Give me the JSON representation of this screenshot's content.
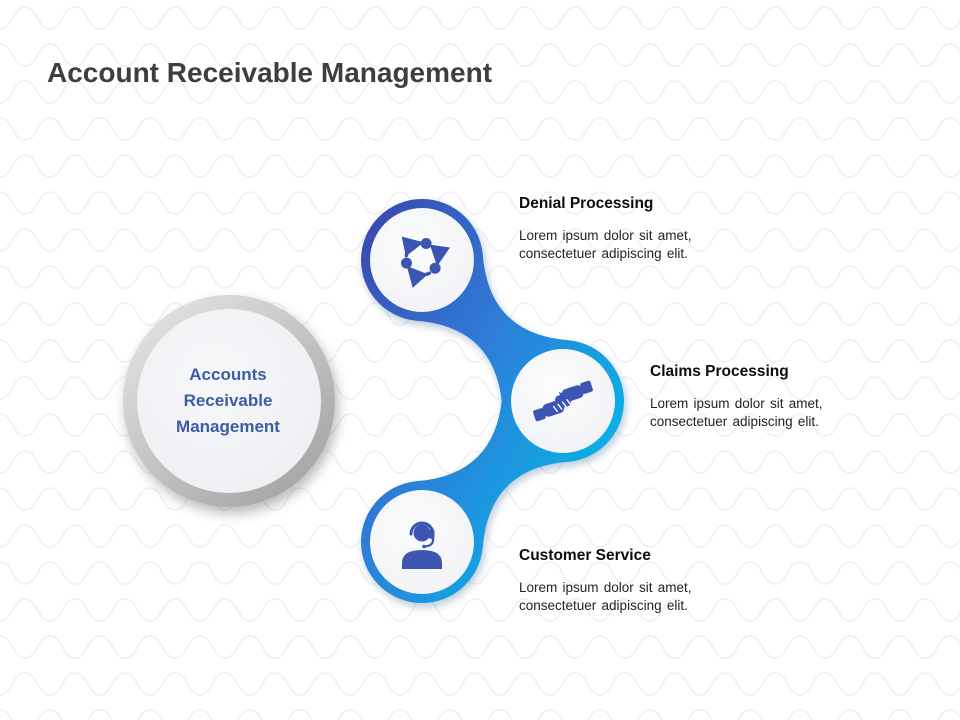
{
  "slide": {
    "title": "Account Receivable Management",
    "center_circle": {
      "label": "Accounts Receivable Management"
    },
    "items": [
      {
        "title": "Denial Processing",
        "description": "Lorem ipsum dolor sit amet, consectetuer adipiscing elit.",
        "icon": "cycle-arrows-icon"
      },
      {
        "title": "Claims Processing",
        "description": "Lorem ipsum dolor sit amet, consectetuer adipiscing elit.",
        "icon": "handshake-icon"
      },
      {
        "title": "Customer Service",
        "description": "Lorem ipsum dolor sit amet, consectetuer adipiscing elit.",
        "icon": "support-agent-icon"
      }
    ],
    "colors": {
      "chain_gradient_start": "#3a4eb5",
      "chain_gradient_mid": "#2d7fd8",
      "chain_gradient_end": "#0ab1e5",
      "icon_color": "#3d55b2",
      "center_text": "#3f5ba8",
      "title_text": "#3e3e3e",
      "heading_text": "#0c0c0c",
      "body_text": "#232323",
      "wave_pattern_line": "#efefef",
      "gray_ring_light": "#e2e2e2",
      "gray_ring_dark": "#a2a2a2"
    }
  }
}
